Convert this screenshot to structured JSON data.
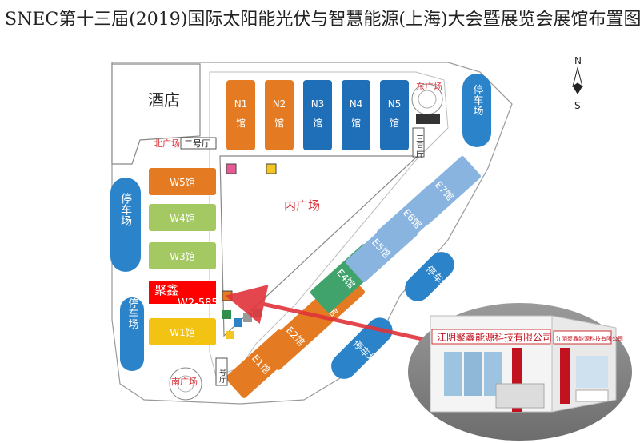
{
  "title": "SNEC第十三届(2019)国际太阳能光伏与智慧能源(上海)大会暨展览会展馆布置图",
  "compass": {
    "north": "N",
    "south": "S"
  },
  "hotel": "酒店",
  "inner_plaza": "内广场",
  "plazas": {
    "east": "东广场",
    "north": "北广场",
    "south": "南广场"
  },
  "entrances": {
    "gate2": "二号厅",
    "gate3": "三号厅",
    "gate1": "一号厅"
  },
  "parking": "停车场",
  "halls_north": [
    {
      "label": "N1",
      "sub": "馆",
      "color": "#e47b22"
    },
    {
      "label": "N2",
      "sub": "馆",
      "color": "#e47b22"
    },
    {
      "label": "N3",
      "sub": "馆",
      "color": "#1f6fb8"
    },
    {
      "label": "N4",
      "sub": "馆",
      "color": "#1f6fb8"
    },
    {
      "label": "N5",
      "sub": "馆",
      "color": "#1f6fb8"
    }
  ],
  "halls_west": [
    {
      "label": "W5馆",
      "color": "#e47b22"
    },
    {
      "label": "W4馆",
      "color": "#a4c862"
    },
    {
      "label": "W3馆",
      "color": "#a4c862"
    },
    {
      "label": "W1馆",
      "color": "#f2c312"
    }
  ],
  "halls_east": [
    {
      "label": "E1馆",
      "color": "#e47b22"
    },
    {
      "label": "E2馆",
      "color": "#e47b22"
    },
    {
      "label": "E3馆",
      "color": "#e47b22"
    },
    {
      "label": "E4馆",
      "color": "#3fa36b"
    },
    {
      "label": "E5馆",
      "color": "#8ab4e0"
    },
    {
      "label": "E6馆",
      "color": "#8ab4e0"
    },
    {
      "label": "E7馆",
      "color": "#8ab4e0"
    }
  ],
  "highlight": {
    "company": "聚鑫",
    "booth": "W2-585",
    "color": "#ff0000"
  },
  "booth_photo": {
    "company_name": "江阴聚鑫能源科技有限公司",
    "side_name": "江阴聚鑫能源科技有限公司"
  }
}
